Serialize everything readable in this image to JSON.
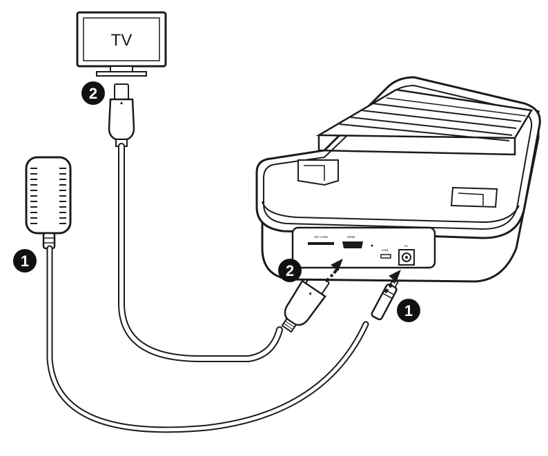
{
  "tv": {
    "label": "TV"
  },
  "badges": {
    "hdmi_step": "2",
    "power_step": "1"
  },
  "ports": {
    "sd_card": "SD CARD",
    "hdmi": "HDMI",
    "usb": "USB",
    "ac": "AC"
  },
  "colors": {
    "ink": "#1a1a1a",
    "background": "#ffffff",
    "badge": "#111111"
  },
  "icons": [
    "tv-icon",
    "power-adapter-icon",
    "hdmi-plug-icon",
    "dc-plug-icon",
    "arrow-up-icon",
    "console-icon"
  ]
}
